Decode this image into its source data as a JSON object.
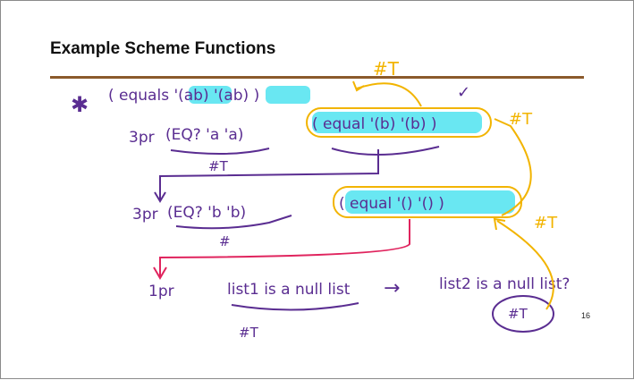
{
  "slide": {
    "title": "Example Scheme Functions",
    "page_number": "16"
  },
  "annotations": {
    "star": "✱",
    "line1_expr": "( equals '(ab) '(ab) )",
    "t_top": "#T",
    "check": "✓",
    "line2_label": "3pr",
    "line2_eq": "(EQ? 'a 'a)",
    "line2_t": "#T",
    "line2_call": "( equal '(b) '(b) )",
    "line2_t_right": "#T",
    "line3_label": "3pr",
    "line3_eq": "(EQ? 'b 'b)",
    "line3_t": "#",
    "line3_call": "( equal '() '() )",
    "line3_t_right": "#T",
    "line4_label": "1pr",
    "line4_text": "list1 is a null list",
    "line4_arrow": "→",
    "line4_text2": "list2 is a null list?",
    "line4_t": "#T",
    "line4_t_circled": "#T"
  },
  "colors": {
    "ink_purple": "#5a2d91",
    "ink_yellow": "#f2b400",
    "ink_red": "#e0245e",
    "highlight": "#4fe3f0",
    "rule": "#8b5a2b"
  }
}
